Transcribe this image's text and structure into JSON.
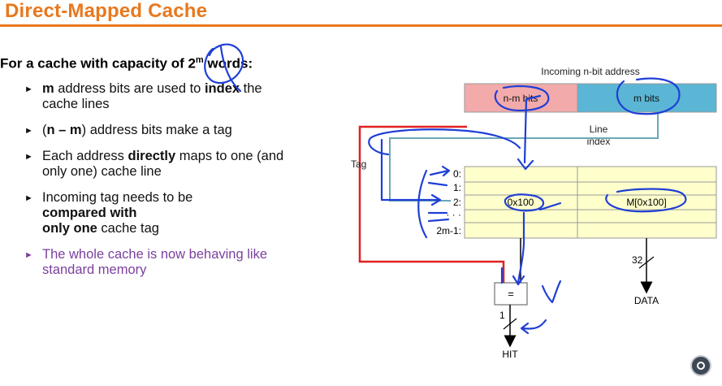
{
  "slide": {
    "title": "Direct-Mapped Cache",
    "intro_prefix": "For a cache with capacity of 2",
    "intro_sup": "m",
    "intro_suffix": " words:",
    "bullets": [
      {
        "bold1": "m",
        "text1": " address bits are used to ",
        "bold2": "index",
        "text2": " the cache lines"
      },
      {
        "text0": "(",
        "bold1": "n – m",
        "text1": ") address bits make a tag"
      },
      {
        "text0": "Each address ",
        "bold1": "directly",
        "text1": " maps to one (and only one) cache line"
      },
      {
        "text0": "Incoming tag needs to be ",
        "bold1": "compared with",
        "bold2": "only one",
        "text2": " cache tag"
      },
      {
        "text0": "The whole cache is now behaving like standard memory"
      }
    ]
  },
  "diagram": {
    "address_caption": "Incoming n-bit address",
    "tag_field": "n-m bits",
    "index_field": "m bits",
    "line_index_label_1": "Line",
    "line_index_label_2": "index",
    "tag_label": "Tag",
    "row_labels": [
      "0:",
      "1:",
      "2:",
      "· · ·",
      "2m-1:"
    ],
    "row2_tag": "0x100",
    "row2_data": "M[0x100]",
    "bus_width": "32",
    "data_label": "DATA",
    "comparator": "=",
    "hit_width": "1",
    "hit_label": "HIT",
    "colors": {
      "accent": "#e8781e",
      "tag_field": "#f2aaaa",
      "index_field": "#5ab6d4",
      "cache_fill": "#ffffcc",
      "red_wire": "#e02020",
      "teal_wire": "#6aa8b8",
      "ink": "#1f3fd6"
    }
  }
}
